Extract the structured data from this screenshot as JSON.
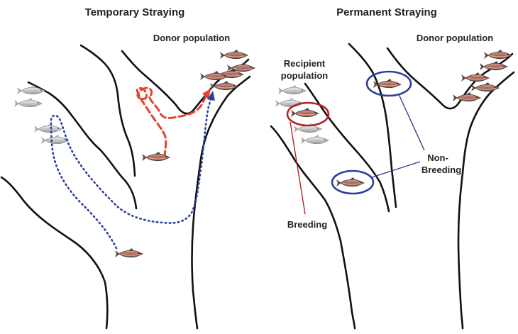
{
  "panels": {
    "left": {
      "title": "Temporary Straying",
      "donor_label": "Donor population"
    },
    "right": {
      "title": "Permanent Straying",
      "donor_label": "Donor population",
      "recipient_label_line1": "Recipient",
      "recipient_label_line2": "population",
      "breeding_label": "Breeding",
      "nonbreeding_label_line1": "Non-",
      "nonbreeding_label_line2": "Breeding"
    }
  },
  "colors": {
    "blue_path": "#2a3f9f",
    "red_path": "#e8412a",
    "breeding_circle": "#b4242a",
    "nonbreeding_circle": "#2f3c9a",
    "stray_fish": "#b97a6a",
    "native_fish": "#c8c8c8"
  },
  "icons": {
    "fish": "salmon-icon"
  }
}
